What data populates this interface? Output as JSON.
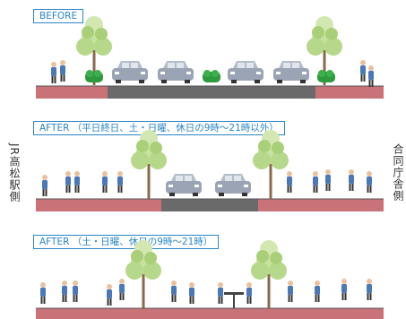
{
  "panels": [
    {
      "label": "BEFORE"
    },
    {
      "label": "AFTER （平日終日、土・日曜、休日の9時～21時以外）"
    },
    {
      "label": "AFTER （土・日曜、休日の9時～21時）"
    }
  ],
  "side_labels": {
    "left": "JR高松駅側",
    "right": "合同庁舎側"
  },
  "colors": {
    "sidewalk": "#c97379",
    "road": "#6a6a6a",
    "label_border": "#2a86c8",
    "tree_leaf": "#b9d98a",
    "car": "#9aa4b4"
  }
}
